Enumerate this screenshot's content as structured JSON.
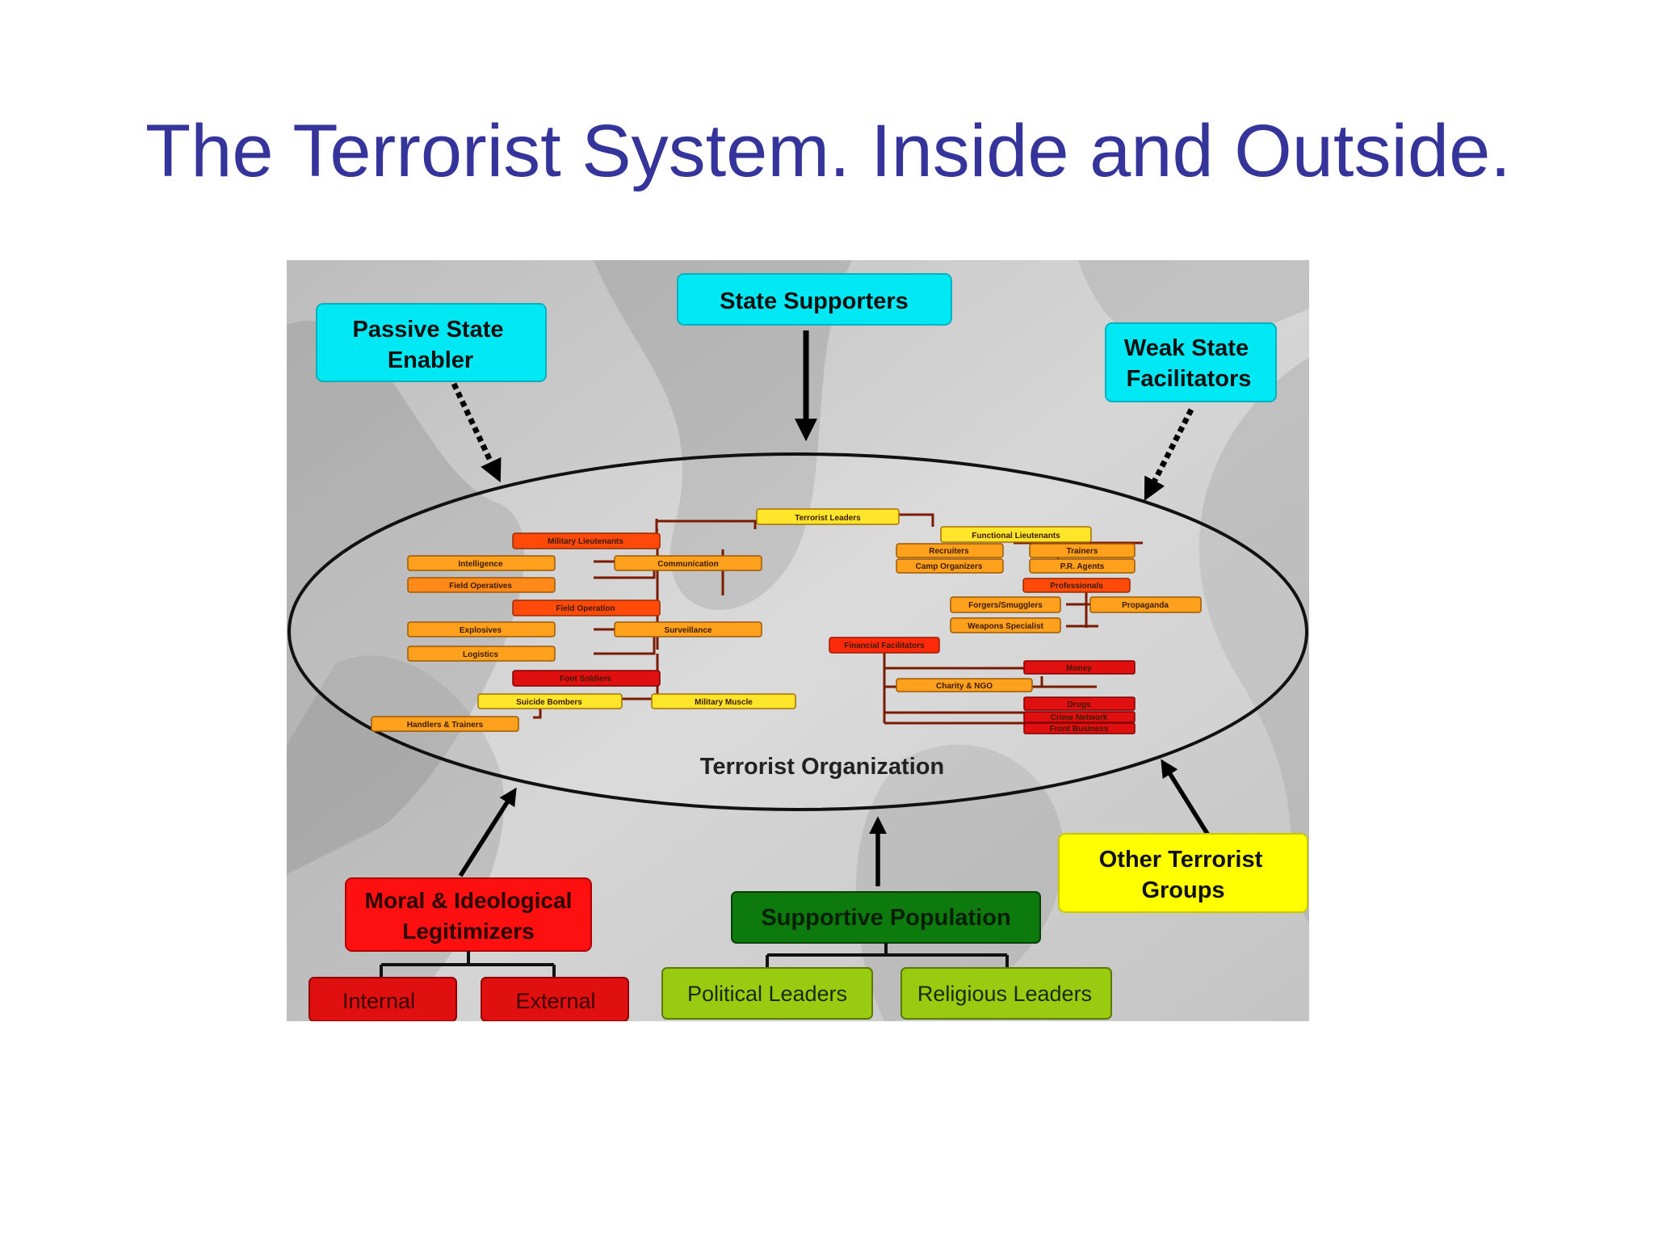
{
  "slide": {
    "title": "The Terrorist System. Inside and Outside."
  },
  "outer": {
    "state_supporters": "State Supporters",
    "passive_state": [
      "Passive State",
      "Enabler"
    ],
    "weak_state": [
      "Weak State",
      "Facilitators"
    ],
    "organization_label": "Terrorist Organization",
    "other_groups": [
      "Other Terrorist",
      "Groups"
    ],
    "moral": [
      "Moral & Ideological",
      "Legitimizers"
    ],
    "internal": "Internal",
    "external": "External",
    "supportive": "Supportive Population",
    "political": "Political Leaders",
    "religious": "Religious Leaders"
  },
  "org_chart": {
    "leader": "Terrorist Leaders",
    "military": "Military Lieutenants",
    "intelligence": "Intelligence",
    "communication": "Communication",
    "field_ops_1": "Field Operatives",
    "field_operation": "Field Operation",
    "explosives": "Explosives",
    "surveillance": "Surveillance",
    "logistics": "Logistics",
    "foot_soldiers": "Foot Soldiers",
    "suicide_bombers": "Suicide Bombers",
    "military_muscle": "Military Muscle",
    "handlers": "Handlers & Trainers",
    "functional": "Functional Lieutenants",
    "recruiters": "Recruiters",
    "trainers": "Trainers",
    "camp_organizers": "Camp Organizers",
    "pr_agents": "P.R. Agents",
    "professionals": "Professionals",
    "forgers": "Forgers/Smugglers",
    "propaganda": "Propaganda",
    "weapons": "Weapons Specialist",
    "financial": "Financial Facilitators",
    "f_red_1": "Money",
    "charity": "Charity & NGO",
    "f_red_2": "Drugs",
    "f_red_3": "Crime Network",
    "f_red_4": "Front Business"
  },
  "colors": {
    "title": "#34349a",
    "cyan": "#00e8f4",
    "yellow": "#ffff00",
    "red": "#ff1010",
    "dark_green": "#0d7a0d",
    "lime": "#99cc11",
    "orange": "#ffa11c",
    "orange_red": "#ff4a0a",
    "box_red": "#e01010",
    "box_yellow": "#ffe62a"
  }
}
